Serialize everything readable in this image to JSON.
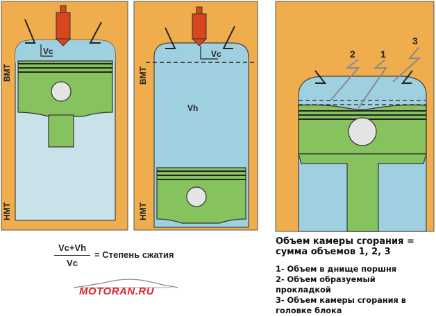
{
  "panel1": {
    "vc_label": "Vc",
    "bmt_label": "ВМТ",
    "nmt_label": "НМТ"
  },
  "panel2": {
    "vc_label": "Vc",
    "vh_label": "Vh",
    "bmt_label": "ВМТ",
    "nmt_label": "НМТ"
  },
  "panel3": {
    "marker_2": "2",
    "marker_1": "1",
    "marker_3": "3"
  },
  "formula": {
    "numerator": "Vc+Vh",
    "denominator": "Vc",
    "equals_text": "= Степень сжатия"
  },
  "notes": {
    "title_line1": "Объем камеры сгорания =",
    "title_line2": "сумма объемов 1, 2, 3",
    "items": [
      "1- Объем в днище поршня",
      "2- Объем образуемый прокладкой",
      "3- Объем камеры сгорания в",
      "головке блока"
    ]
  },
  "logo": {
    "text": "MOTORAN.RU"
  },
  "colors": {
    "background": "#f0ad4e",
    "cylinder": "#c9e2ea",
    "chamber": "#9fd0e0",
    "piston": "#86c25e",
    "spark_plug": "#d8461e",
    "logo_red": "#d9252b"
  }
}
